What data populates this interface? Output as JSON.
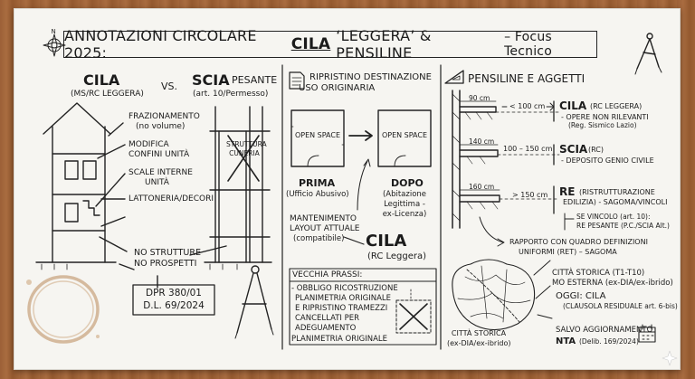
{
  "title": {
    "prefix": "ANNOTAZIONI CIRCOLARE 2025:",
    "cila": "CILA",
    "middle": "‘LEGGERA’ & PENSILINE",
    "suffix": "– Focus Tecnico"
  },
  "left": {
    "cila_title": "CILA",
    "cila_sub": "(MS/RC LEGGERA)",
    "vs": "VS.",
    "scia_title": "SCIA",
    "scia_pesante": "PESANTE",
    "scia_sub": "(art. 10/Permesso)",
    "labels": {
      "frazionamento": "FRAZIONAMENTO",
      "no_volume": "(no volume)",
      "modifica": "MODIFICA",
      "confini": "CONFINI UNITÀ",
      "scale": "SCALE INTERNE",
      "unita": "UNITÀ",
      "lattoneria": "LATTONERIA/DECORI",
      "strutture": "STRUTTURA",
      "cuneria": "CUNERIA"
    },
    "no_strutture": "NO STRUTTURE",
    "no_prospetti": "NO PROSPETTI",
    "dpr": "DPR 380/01",
    "dl": "D.L. 69/2024"
  },
  "middle": {
    "ripristino_1": "RIPRISTINO DESTINAZIONE",
    "ripristino_2": "USO ORIGINARIA",
    "open_space": "OPEN SPACE",
    "prima": "PRIMA",
    "prima_sub": "(Ufficio Abusivo)",
    "dopo": "DOPO",
    "dopo_1": "(Abitazione",
    "dopo_2": "Legittima -",
    "dopo_3": "ex-Licenza)",
    "mant_1": "MANTENIMENTO",
    "mant_2": "LAYOUT ATTUALE",
    "mant_3": "(compatibile)",
    "cila": "CILA",
    "cila_sub": "(RC Leggera)",
    "vecchia": "VECCHIA PRASSI:",
    "obbligo_1": "- OBBLIGO RICOSTRUZIONE",
    "obbligo_2": "PLANIMETRIA ORIGINALE",
    "obbligo_3": "E RIPRISTINO TRAMEZZI",
    "obbligo_4": "CANCELLATI PER",
    "obbligo_5": "ADEGUAMENTO",
    "planimetria": "PLANIMETRIA ORIGINALE"
  },
  "right": {
    "title": "PENSILINE E AGGETTI",
    "m90": "90 cm",
    "m140": "140 cm",
    "m160": "160 cm",
    "r1": "< 100 cm",
    "r2": "100 – 150 cm",
    "r3": "> 150 cm",
    "cila": "CILA",
    "cila_rc": "(RC LEGGERA)",
    "cila_1": "- OPERE NON RILEVANTI",
    "cila_2": "(Reg. Sismico Lazio)",
    "scia": "SCIA",
    "scia_rc": "(RC)",
    "scia_1": "- DEPOSITO GENIO CIVILE",
    "re": "RE",
    "re_1": "(RISTRUTTURAZIONE",
    "re_2": "EDILIZIA) - SAGOMA/VINCOLI",
    "vinc_1": "SE VINCOLO (art. 10):",
    "vinc_2": "RE PESANTE (P.C./SCIA Alt.)",
    "rapporto_1": "RAPPORTO CON QUADRO DEFINIZIONI",
    "rapporto_2": "UNIFORMI (RET) – SAGOMA",
    "citta_1": "CITTÀ STORICA (T1-T10)",
    "citta_2": "MO ESTERNA (ex-DIA/ex-ibrido)",
    "oggi": "OGGI: CILA",
    "clausola": "(CLAUSOLA RESIDUALE art. 6-bis)",
    "storica_1": "CITTÀ STORICA",
    "storica_2": "(ex-DIA/ex-ibrido)",
    "salvo_1": "SALVO AGGIORNAMENTO",
    "salvo_2": "NTA",
    "salvo_3": "(Delib. 169/2024)"
  },
  "icons": [
    "compass-rose-icon",
    "drafting-compass-icon",
    "document-icon",
    "set-square-icon",
    "calendar-icon",
    "sparkle-icon",
    "coffee-stain-icon"
  ]
}
